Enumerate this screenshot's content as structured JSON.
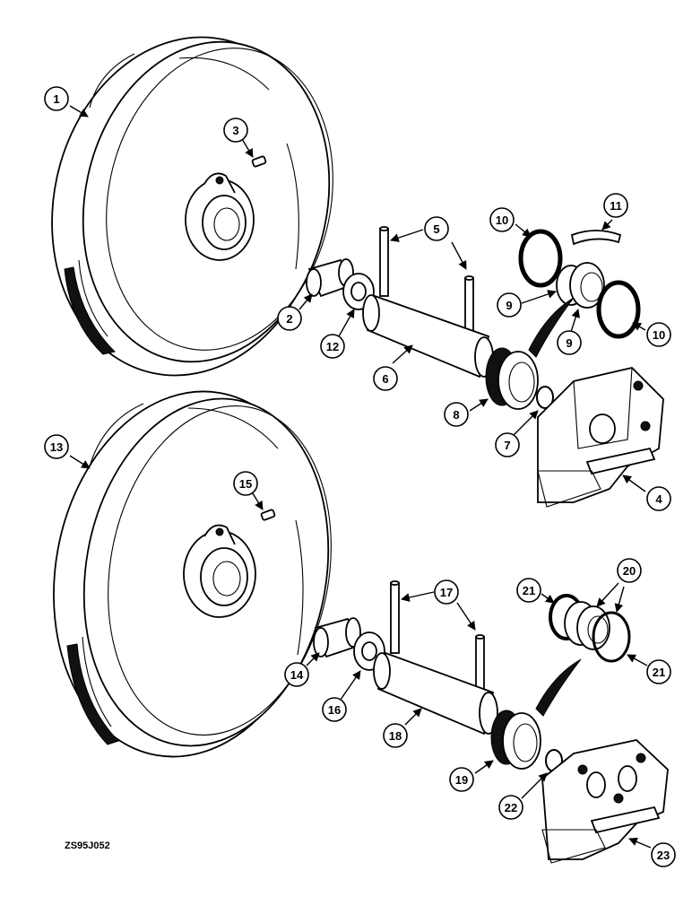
{
  "figure_code": "ZS95J052",
  "callouts": [
    "1",
    "2",
    "3",
    "4",
    "5",
    "6",
    "7",
    "8",
    "9",
    "9",
    "10",
    "10",
    "11",
    "12",
    "13",
    "14",
    "15",
    "16",
    "17",
    "18",
    "19",
    "20",
    "21",
    "21",
    "22",
    "23"
  ]
}
